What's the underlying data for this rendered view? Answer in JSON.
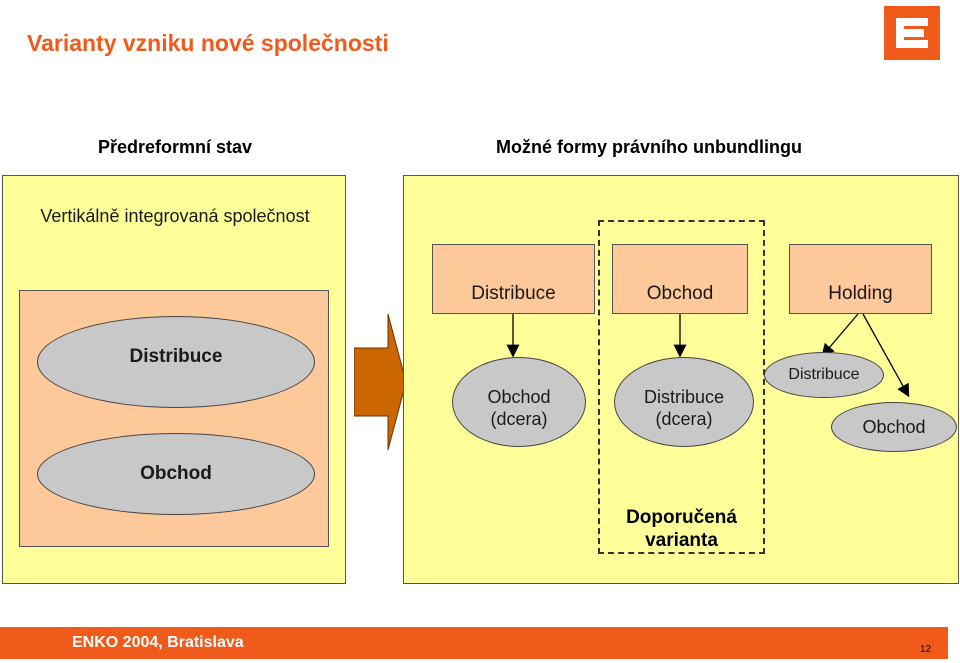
{
  "title": "Varianty vzniku nové společnosti",
  "left_heading": "Předreformní stav",
  "right_heading": "Možné formy právního unbundlingu",
  "left_panel": {
    "label": "Vertikálně integrovaná společnost",
    "ellipse_top": "Distribuce",
    "ellipse_bottom": "Obchod"
  },
  "right_panel": {
    "boxes": [
      "Distribuce",
      "Obchod",
      "Holding"
    ],
    "var1_ellipse": "Obchod (dcera)",
    "var2_ellipse": "Distribuce (dcera)",
    "var3_ellipse_top": "Distribuce",
    "var3_ellipse_bottom": "Obchod",
    "recommended_label": "Doporučená varianta"
  },
  "footer": {
    "text": "ENKO 2004, Bratislava",
    "page_number": "12"
  },
  "colors": {
    "accent": "#f05a1a",
    "panel_bg": "#ffff99",
    "peach": "#fdc89a",
    "ellipse": "#c8c8c8",
    "arrow": "#cc6600"
  },
  "icons": [
    "company-logo-icon",
    "right-arrow-icon"
  ]
}
